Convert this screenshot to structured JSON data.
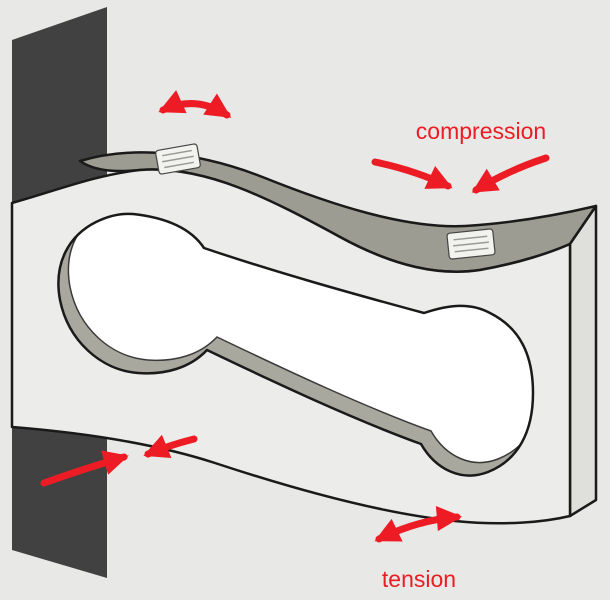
{
  "diagram": {
    "description": "Cantilever beam with bone-shaped cutout bending under load, showing compression and tension zones",
    "labels": {
      "compression": "compression",
      "tension": "tension"
    },
    "colors": {
      "background": "#e8e8e6",
      "wall": "#414141",
      "slab_front": "#ececea",
      "slab_top": "#9c9c92",
      "slab_side": "#dfdfdb",
      "cutout_rim": "#a8a89e",
      "bone_white": "#ffffff",
      "outline": "#1a1a1a",
      "arrow_red": "#ed1c24"
    },
    "arrows": [
      {
        "name": "top-left-stretch-arrow",
        "kind": "double-headed"
      },
      {
        "name": "compression-arrow-left",
        "kind": "single-headed, points right toward gap"
      },
      {
        "name": "compression-arrow-right",
        "kind": "single-headed, points left toward gap"
      },
      {
        "name": "bottom-left-compression-arrow-left",
        "kind": "single-headed, points right toward gap"
      },
      {
        "name": "bottom-left-compression-arrow-right",
        "kind": "single-headed, points left toward gap"
      },
      {
        "name": "tension-arrow",
        "kind": "double-headed"
      }
    ]
  }
}
